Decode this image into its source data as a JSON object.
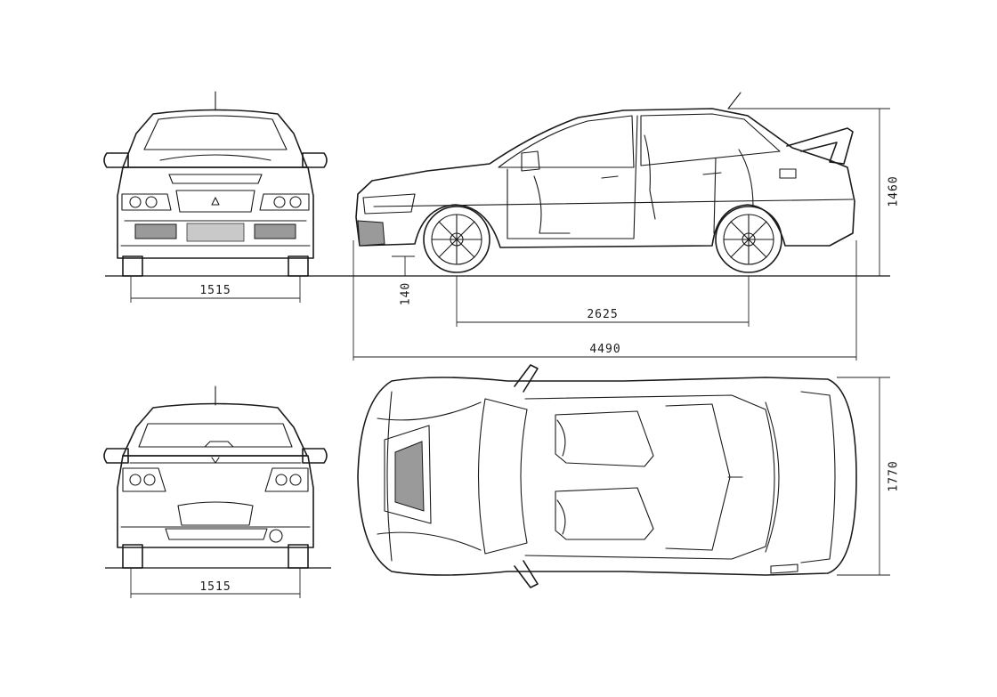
{
  "dimensions": {
    "front_track": "1515",
    "rear_track": "1515",
    "ground_clearance": "140",
    "wheelbase": "2625",
    "overall_length": "4490",
    "overall_height": "1460",
    "overall_width": "1770"
  }
}
